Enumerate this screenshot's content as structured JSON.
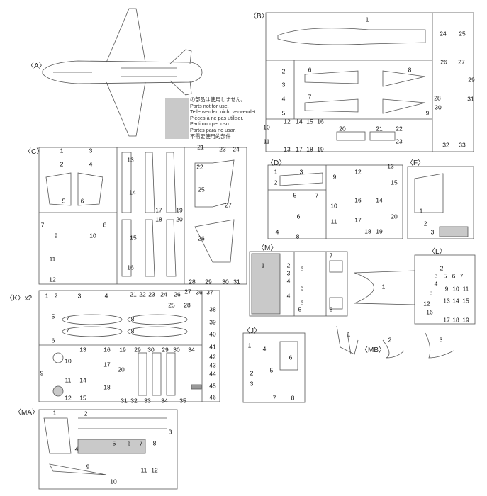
{
  "notice": {
    "swatch_color": "#c9c9c9",
    "lines": [
      "の部品は使用しません。",
      "Parts not for use.",
      "Teile werden nicht verwendet.",
      "Pièces à ne pas utiliser.",
      "Parti non per uso.",
      "Partes para no usar.",
      "不需要使用的部件"
    ]
  },
  "sections": [
    {
      "label": "〈A〉",
      "parts": []
    },
    {
      "label": "〈B〉",
      "parts": [
        "1",
        "24",
        "25",
        "26",
        "27",
        "2",
        "3",
        "6",
        "8",
        "28",
        "29",
        "4",
        "5",
        "7",
        "30",
        "31",
        "9",
        "10",
        "12",
        "14",
        "15",
        "16",
        "20",
        "21",
        "22",
        "11",
        "13",
        "17",
        "18",
        "19",
        "23",
        "32",
        "33"
      ]
    },
    {
      "label": "〈C〉",
      "parts": [
        "1",
        "3",
        "2",
        "4",
        "13",
        "21",
        "23",
        "24",
        "22",
        "25",
        "5",
        "6",
        "14",
        "17",
        "19",
        "27",
        "7",
        "8",
        "18",
        "20",
        "9",
        "10",
        "15",
        "26",
        "11",
        "12",
        "16",
        "28",
        "29",
        "30",
        "31"
      ]
    },
    {
      "label": "〈D〉",
      "parts": [
        "1",
        "2",
        "3",
        "9",
        "12",
        "13",
        "15",
        "5",
        "7",
        "10",
        "16",
        "14",
        "20",
        "6",
        "11",
        "17",
        "4",
        "8",
        "18",
        "19"
      ]
    },
    {
      "label": "〈F〉",
      "parts": [
        "1",
        "2",
        "3"
      ]
    },
    {
      "label": "〈M〉",
      "parts": [
        "1",
        "2",
        "3",
        "7",
        "6",
        "4",
        "6",
        "4",
        "6",
        "5",
        "8"
      ]
    },
    {
      "label": "〈L〉",
      "parts": [
        "2",
        "3",
        "5",
        "6",
        "7",
        "4",
        "8",
        "9",
        "10",
        "11",
        "13",
        "14",
        "15",
        "12",
        "16",
        "17",
        "18",
        "19",
        "1"
      ]
    },
    {
      "label": "〈K〉x2",
      "parts": [
        "1",
        "2",
        "3",
        "4",
        "21",
        "22",
        "23",
        "24",
        "26",
        "27",
        "36",
        "37",
        "25",
        "28",
        "38",
        "5",
        "7",
        "8",
        "39",
        "6",
        "7",
        "8",
        "40",
        "41",
        "42",
        "13",
        "16",
        "19",
        "29",
        "30",
        "29",
        "30",
        "34",
        "10",
        "17",
        "43",
        "9",
        "20",
        "44",
        "11",
        "14",
        "18",
        "45",
        "12",
        "15",
        "31",
        "32",
        "33",
        "34",
        "35",
        "46"
      ]
    },
    {
      "label": "〈J〉",
      "parts": [
        "1",
        "4",
        "6",
        "2",
        "5",
        "3",
        "7",
        "8"
      ]
    },
    {
      "label": "〈MB〉",
      "parts": [
        "1",
        "2",
        "3"
      ]
    },
    {
      "label": "〈MA〉",
      "parts": [
        "1",
        "2",
        "3",
        "4",
        "5",
        "6",
        "7",
        "8",
        "9",
        "10",
        "11",
        "12"
      ]
    }
  ]
}
